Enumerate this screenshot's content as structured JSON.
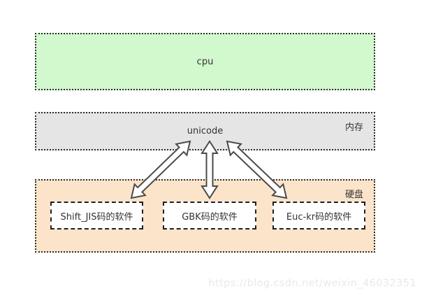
{
  "diagram": {
    "cpu": {
      "label": "cpu"
    },
    "memory": {
      "label": "unicode",
      "tag": "内存"
    },
    "disk": {
      "tag": "硬盘",
      "software": [
        {
          "label": "Shift_JIS码的软件"
        },
        {
          "label": "GBK码的软件"
        },
        {
          "label": "Euc-kr码的软件"
        }
      ]
    },
    "connections": [
      {
        "from": "unicode",
        "to": "Shift_JIS码的软件",
        "bidirectional": true
      },
      {
        "from": "unicode",
        "to": "GBK码的软件",
        "bidirectional": true
      },
      {
        "from": "unicode",
        "to": "Euc-kr码的软件",
        "bidirectional": true
      }
    ],
    "colors": {
      "cpu_fill": "#d2f8cd",
      "memory_fill": "#e5e5e5",
      "disk_fill": "#fce4ca",
      "software_fill": "#ffffff",
      "border": "#2e2e2e",
      "arrow_stroke": "#4a4a4a",
      "text": "#333333",
      "watermark_text": "#e9e9e9"
    },
    "watermark": "https://blog.csdn.net/weixin_46032351"
  }
}
